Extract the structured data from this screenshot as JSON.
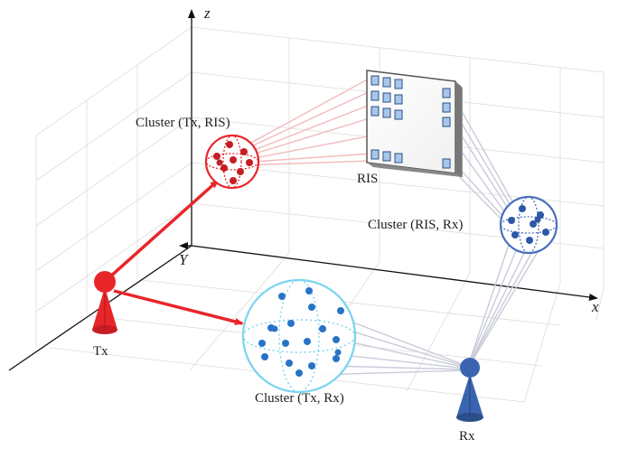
{
  "axes": {
    "z": "z",
    "y": "Y",
    "x": "x"
  },
  "labels": {
    "cluster_tx_ris": "Cluster (Tx, RIS)",
    "ris": "RIS",
    "cluster_ris_rx": "Cluster (RIS, Rx)",
    "cluster_tx_rx": "Cluster (Tx, Rx)",
    "tx": "Tx",
    "rx": "Rx"
  },
  "colors": {
    "tx": "#e8262a",
    "rx": "#3b64b0",
    "cluster_tx_ris": "#e8262a",
    "cluster_ris_rx": "#4a70bd",
    "cluster_tx_rx": "#7ad3ef",
    "ray_red": "#f3b9bd",
    "ray_blue": "#c8ccd8",
    "ris_element": "#a8c6ea"
  }
}
